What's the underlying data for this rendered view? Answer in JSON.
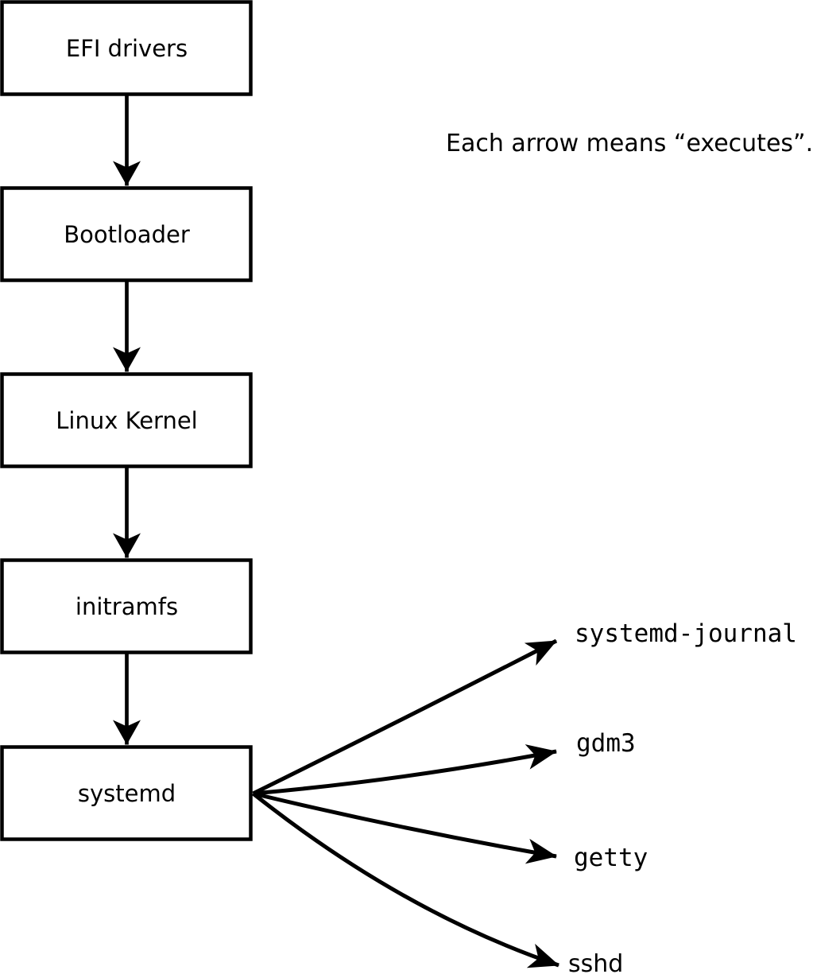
{
  "diagram": {
    "caption": "Each arrow means “executes”.",
    "chain": [
      {
        "label": "EFI drivers"
      },
      {
        "label": "Bootloader"
      },
      {
        "label": "Linux Kernel"
      },
      {
        "label": "initramfs"
      },
      {
        "label": "systemd"
      }
    ],
    "spawned": [
      {
        "label": "systemd-journal"
      },
      {
        "label": "gdm3"
      },
      {
        "label": "getty"
      },
      {
        "label": "sshd"
      }
    ],
    "colors": {
      "stroke": "#000000",
      "text": "#000000",
      "background": "#ffffff",
      "node_fill": "#ffffff"
    }
  }
}
